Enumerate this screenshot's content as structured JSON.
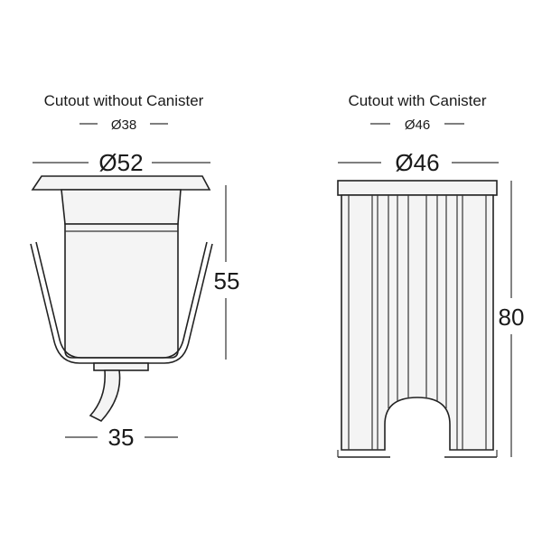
{
  "left": {
    "title": "Cutout without Canister",
    "cutout_diameter": "Ø38",
    "outer_diameter": "Ø52",
    "height": "55",
    "bottom_width": "35"
  },
  "right": {
    "title": "Cutout with Canister",
    "cutout_diameter": "Ø46",
    "outer_diameter": "Ø46",
    "height": "80"
  },
  "colors": {
    "line": "#222222",
    "body_fill": "#f4f4f4",
    "background": "#ffffff"
  }
}
